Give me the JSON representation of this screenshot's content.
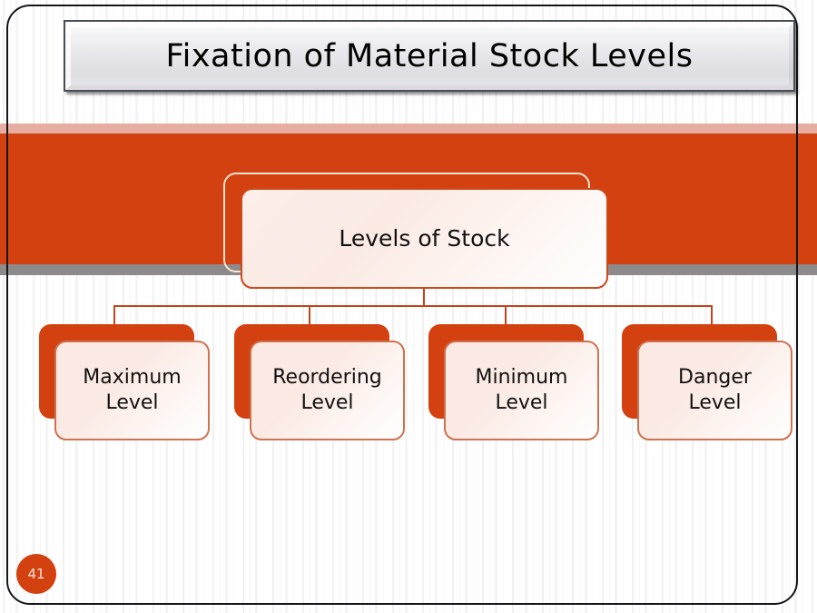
{
  "slide": {
    "title": "Fixation of Material Stock Levels",
    "page_number": "41",
    "colors": {
      "accent_orange": "#d2410f",
      "band_pink": "#e7ada1",
      "band_gray": "#8c8a8a",
      "node_border": "#cd4a1c",
      "node_fill": "#fbeae4",
      "connector": "#c1441d",
      "frame": "#14161a"
    }
  },
  "diagram": {
    "type": "org-chart",
    "root": {
      "label": "Levels of Stock"
    },
    "children": [
      {
        "label": "Maximum\nLevel",
        "line1": "Maximum",
        "line2": "Level"
      },
      {
        "label": "Reordering\nLevel",
        "line1": "Reordering",
        "line2": "Level"
      },
      {
        "label": "Minimum\nLevel",
        "line1": "Minimum",
        "line2": "Level"
      },
      {
        "label": "Danger\nLevel",
        "line1": "Danger",
        "line2": "Level"
      }
    ]
  }
}
